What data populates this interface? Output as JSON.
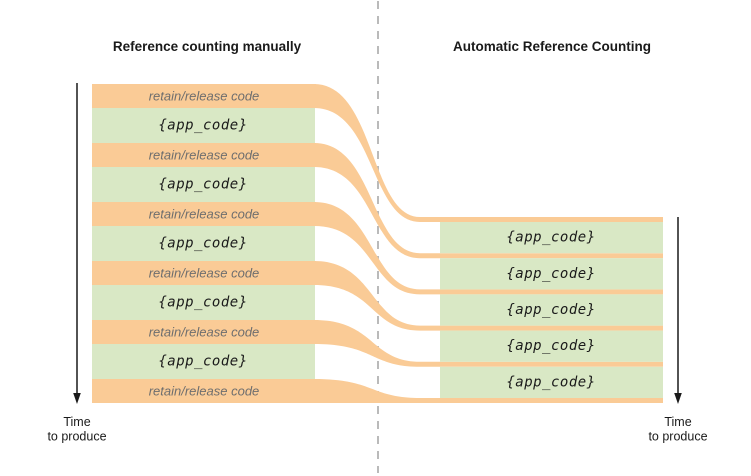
{
  "colors": {
    "orange": "#FACB96",
    "green": "#D9E8C5",
    "dash": "#B3B3B3",
    "arrow": "#1A1A1A",
    "orange_text": "#6E6E6E",
    "green_text": "#1A1A1A",
    "title_text": "#1A1A1A"
  },
  "left_panel": {
    "title": "Reference counting manually",
    "orange_bar_label": "retain/release code",
    "green_bar_label": "{app_code}",
    "orange_bar_count": "6",
    "green_bar_count": "5",
    "time_axis": {
      "line1": "Time",
      "line2": "to produce"
    }
  },
  "right_panel": {
    "title": "Automatic Reference Counting",
    "green_bar_label": "{app_code}",
    "green_bar_count": "5",
    "time_axis": {
      "line1": "Time",
      "line2": "to produce"
    }
  }
}
